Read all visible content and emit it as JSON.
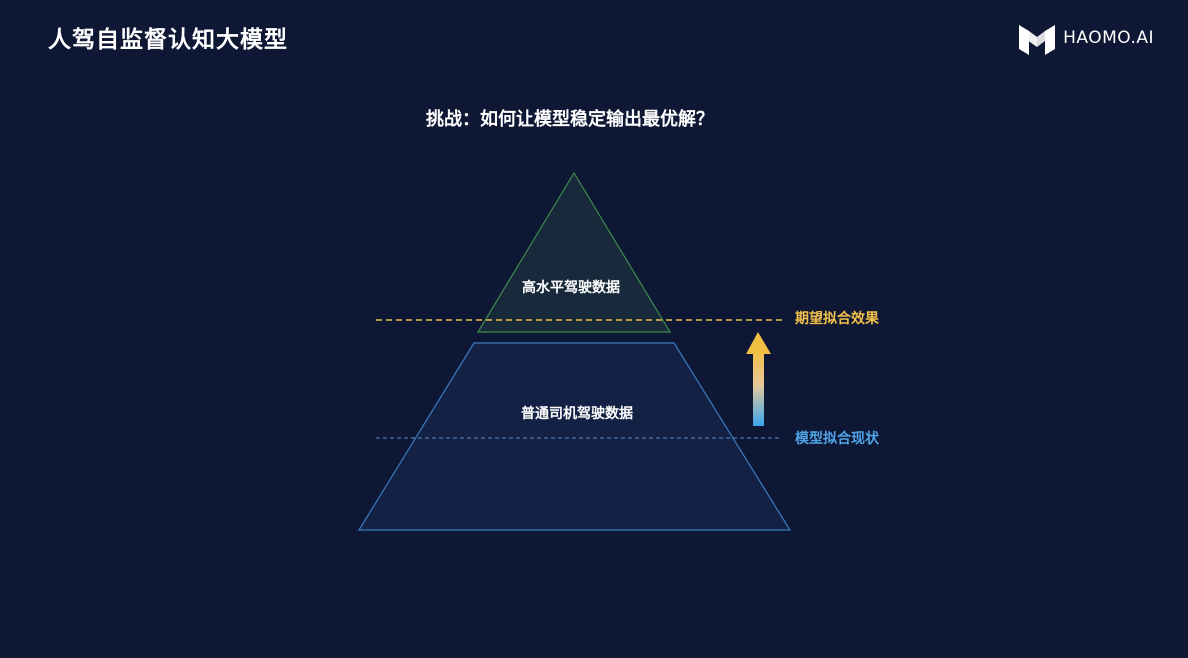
{
  "header": {
    "title": "人驾自监督认知大模型",
    "logo_text": "HAOMO.AI",
    "logo_icon": "haomo-logo-icon"
  },
  "challenge": "挑战：如何让模型稳定输出最优解？",
  "pyramid": {
    "top_label": "高水平驾驶数据",
    "bottom_label": "普通司机驾驶数据"
  },
  "lines": {
    "expected_label": "期望拟合效果",
    "current_label": "模型拟合现状"
  },
  "colors": {
    "background": "#0e1733",
    "top_fill": "#17293a",
    "top_stroke": "#3f8a4f",
    "bottom_fill": "#132244",
    "bottom_stroke": "#3a7bc0",
    "expected_line": "#f0c04a",
    "current_line": "#5a8ed0",
    "arrow_top": "#f2bf45",
    "arrow_bottom": "#3aa7ee"
  }
}
